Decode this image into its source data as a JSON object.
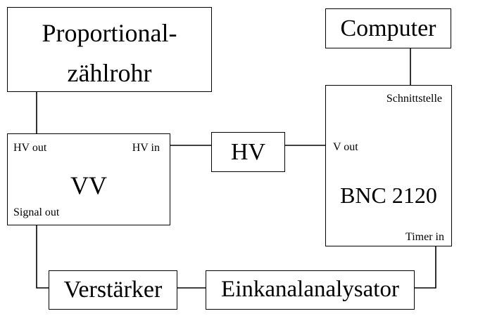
{
  "blocks": {
    "proportional": {
      "line1": "Proportional-",
      "line2": "zählrohr"
    },
    "computer": {
      "label": "Computer"
    },
    "vv": {
      "title": "VV",
      "hv_out": "HV out",
      "hv_in": "HV in",
      "signal_out": "Signal out"
    },
    "hv": {
      "label": "HV"
    },
    "bnc": {
      "title": "BNC 2120",
      "interface": "Schnittstelle",
      "v_out": "V out",
      "timer_in": "Timer in"
    },
    "verstaerker": {
      "label": "Verstärker"
    },
    "analyzer": {
      "label": "Einkanalanalysator"
    }
  }
}
